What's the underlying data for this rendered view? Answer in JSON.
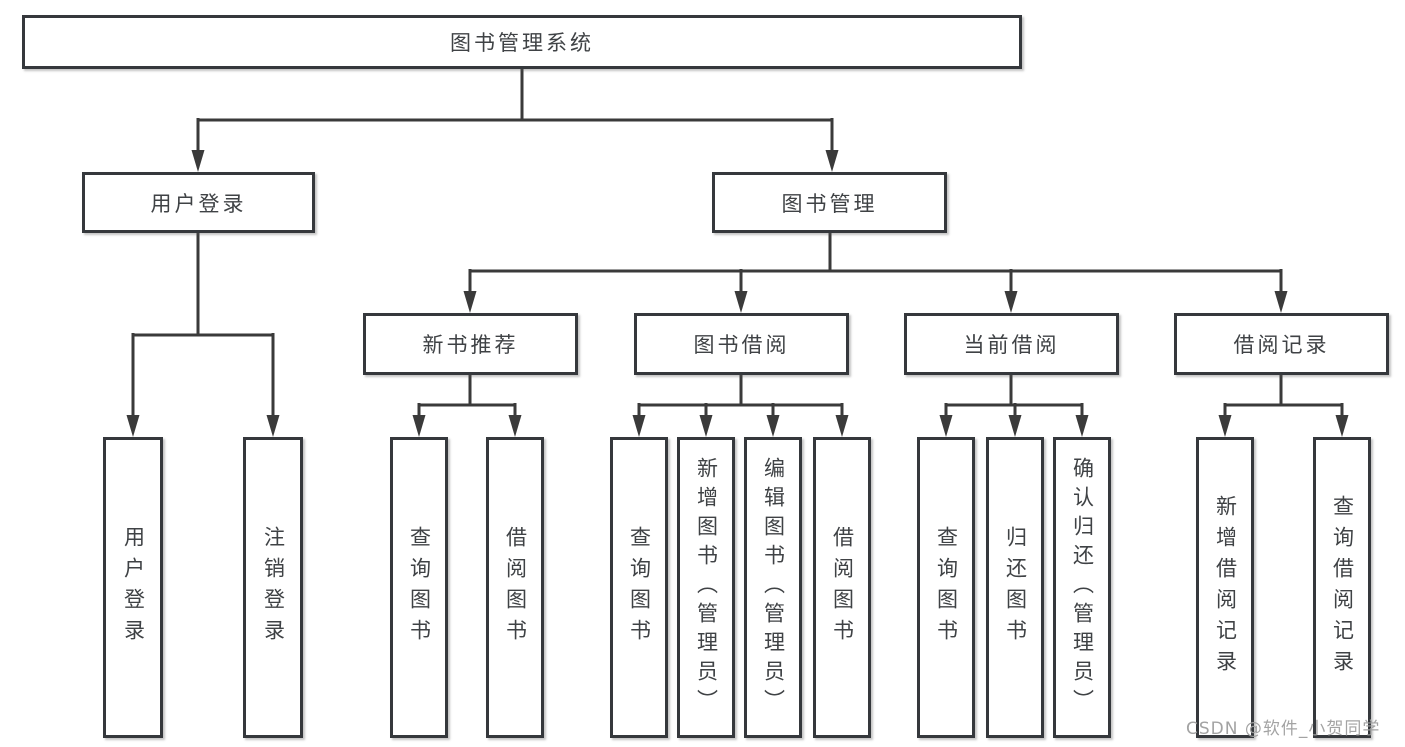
{
  "nodes": {
    "root": {
      "label": "图书管理系统"
    },
    "user_login_group": {
      "label": "用户登录"
    },
    "book_management": {
      "label": "图书管理"
    },
    "new_book_recommend": {
      "label": "新书推荐"
    },
    "book_borrowing": {
      "label": "图书借阅"
    },
    "current_borrowing": {
      "label": "当前借阅"
    },
    "borrowing_records": {
      "label": "借阅记录"
    },
    "user_login": {
      "label": "用户登录"
    },
    "logout": {
      "label": "注销登录"
    },
    "nb_query_books": {
      "label": "查询图书"
    },
    "nb_borrow_books": {
      "label": "借阅图书"
    },
    "bb_query_books": {
      "label": "查询图书"
    },
    "bb_add_books": {
      "label": "新增图书（管理员）"
    },
    "bb_edit_books": {
      "label": "编辑图书（管理员）"
    },
    "bb_borrow_books": {
      "label": "借阅图书"
    },
    "cb_query_books": {
      "label": "查询图书"
    },
    "cb_return_books": {
      "label": "归还图书"
    },
    "cb_confirm_return": {
      "label": "确认归还（管理员）"
    },
    "br_add_record": {
      "label": "新增借阅记录"
    },
    "br_query_record": {
      "label": "查询借阅记录"
    }
  },
  "watermark": {
    "label": "CSDN @软件_小贺同学"
  },
  "colors": {
    "line": "#3a3a3a",
    "box_border": "#35383c",
    "text": "#3f4245",
    "watermark": "#9e9e9e",
    "background": "#ffffff"
  }
}
